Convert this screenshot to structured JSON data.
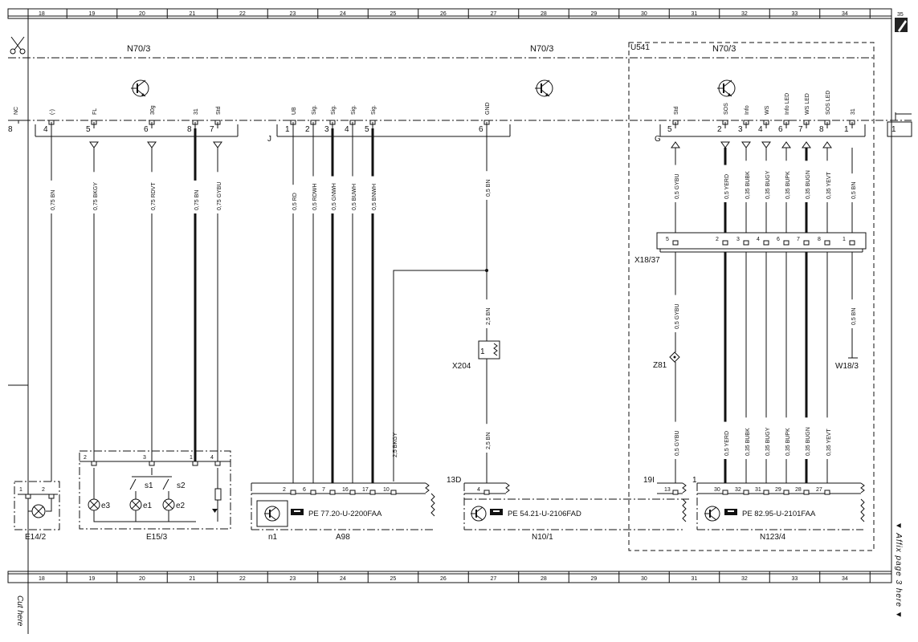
{
  "ruler": {
    "columns": [
      "18",
      "19",
      "20",
      "21",
      "22",
      "23",
      "24",
      "25",
      "26",
      "27",
      "28",
      "29",
      "30",
      "31",
      "32",
      "33",
      "34"
    ],
    "corner": "35"
  },
  "modules": {
    "left": "N70/3",
    "middle": "N70/3",
    "right": "N70/3",
    "right_group": "U541"
  },
  "left_connector": {
    "pins": [
      {
        "num": "8",
        "name": "NC"
      },
      {
        "num": "4",
        "name": "(-)"
      },
      {
        "num": "5",
        "name": "FL"
      },
      {
        "num": "6",
        "name": "30g"
      },
      {
        "num": "8",
        "name": "31"
      },
      {
        "num": "7",
        "name": "Std"
      }
    ]
  },
  "mid_connector": {
    "id": "J",
    "pins": [
      {
        "num": "1",
        "name": "UB"
      },
      {
        "num": "2",
        "name": "Sig."
      },
      {
        "num": "3",
        "name": "Sig."
      },
      {
        "num": "4",
        "name": "Sig."
      },
      {
        "num": "5",
        "name": "Sig."
      }
    ]
  },
  "gnd_connector": {
    "num": "6",
    "name": "GND"
  },
  "right_connector": {
    "id": "G",
    "pins": [
      {
        "num": "5",
        "name": "Std"
      },
      {
        "num": "2",
        "name": "SOS"
      },
      {
        "num": "3",
        "name": "Info"
      },
      {
        "num": "4",
        "name": "WS"
      },
      {
        "num": "6",
        "name": "Info LED"
      },
      {
        "num": "7",
        "name": "WS LED"
      },
      {
        "num": "8",
        "name": "SOS LED"
      },
      {
        "num": "1",
        "name": "31"
      }
    ]
  },
  "edge_pins": {
    "left": "8",
    "right": "1"
  },
  "wires": {
    "left": [
      "0,75 BN",
      "0,75 BKGY",
      "0,75 RDVT",
      "0,75 BN",
      "0,75 GYBU"
    ],
    "mid": [
      "0,5 RD",
      "0,5 RDWH",
      "0,5 GNWH",
      "0,5 BUWH",
      "0,5 BNWH"
    ],
    "gnd_top": "0,5 BN",
    "gnd_mid": "2,5 BN",
    "gnd_bottom": "2,5 BN",
    "branch": "2,5 BKGY",
    "right_top": [
      "0,5 GYBU",
      "0,5 YERD",
      "0,35 BUBK",
      "0,35 BUGY",
      "0,35 BUPK",
      "0,35 BUGN",
      "0,35 YEVT",
      "0,5 BN"
    ],
    "right_mid_gybu": "0,5 GYBU",
    "right_mid_bn": "0,5 BN",
    "right_bottom": [
      "0,5 GYBU",
      "0,5 YERD",
      "0,35 BUBK",
      "0,35 BUGY",
      "0,35 BUPK",
      "0,35 BUGN",
      "0,35 YEVT"
    ]
  },
  "x18": {
    "id": "X18/37",
    "pins": [
      "5",
      "2",
      "3",
      "4",
      "6",
      "7",
      "8",
      "1"
    ]
  },
  "x204": {
    "id": "X204",
    "pin": "1"
  },
  "z81": "Z81",
  "w18": "W18/3",
  "e14": {
    "id": "E14/2",
    "pins": [
      "1",
      "2"
    ]
  },
  "e15": {
    "id": "E15/3",
    "pins": [
      "2",
      "3",
      "1",
      "4"
    ],
    "lamps": [
      "e3",
      "e1",
      "e2"
    ],
    "switches": [
      "s1",
      "s2"
    ]
  },
  "a98": {
    "id": "A98",
    "sub": "n1",
    "pins": [
      "2",
      "6",
      "7",
      "16",
      "17",
      "10"
    ],
    "ref": "PE 77.20-U-2200FAA"
  },
  "n10": {
    "id": "N10/1",
    "pin_group": "13D",
    "pin": "4",
    "ref": "PE 54.21-U-2106FAD"
  },
  "n123": {
    "id": "N123/4",
    "pin_group": "19I",
    "pin_group2": "1",
    "pins": [
      "13",
      "30",
      "32",
      "31",
      "29",
      "28",
      "27"
    ],
    "ref": "PE 82.95-U-2101FAA"
  },
  "margin": {
    "affix": "▼ Affix page 3 here ▼",
    "cut": "Cut here"
  }
}
